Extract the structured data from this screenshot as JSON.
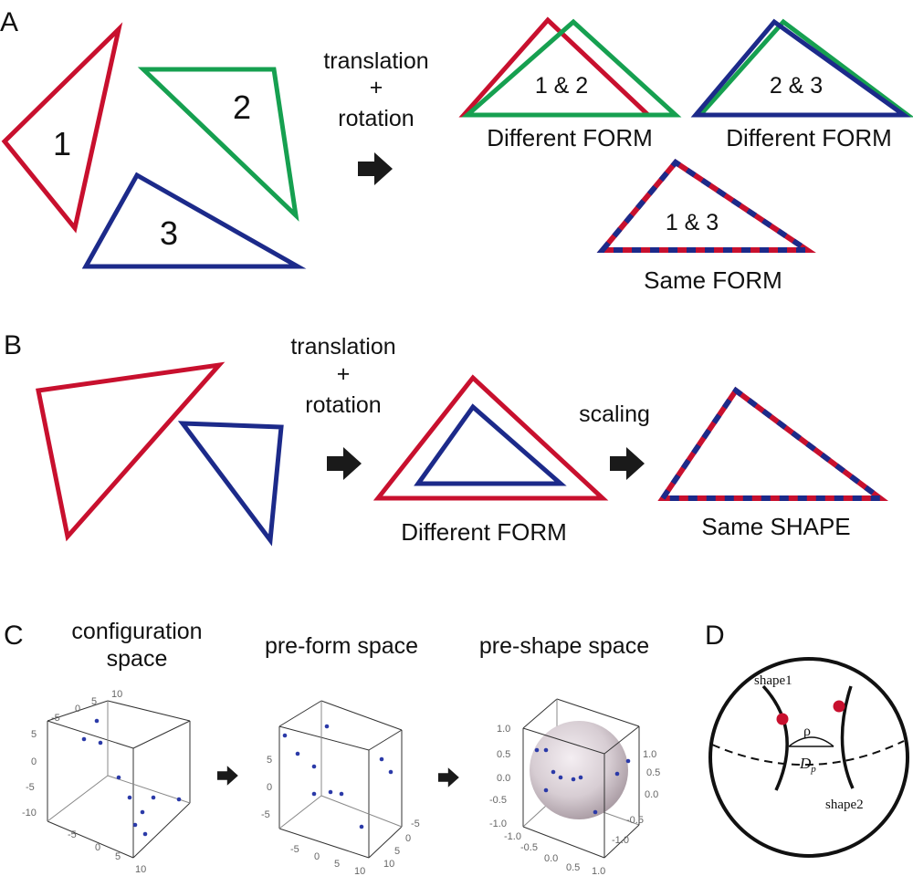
{
  "panels": {
    "A": {
      "letter": "A",
      "triangle_labels": [
        "1",
        "2",
        "3"
      ],
      "transform_line1": "translation",
      "transform_line2": "+",
      "transform_line3": "rotation",
      "pair_12": "1 & 2",
      "pair_23": "2 & 3",
      "pair_13": "1 & 3",
      "different_form": "Different FORM",
      "same_form": "Same FORM"
    },
    "B": {
      "letter": "B",
      "transform_line1": "translation",
      "transform_line2": "+",
      "transform_line3": "rotation",
      "scaling": "scaling",
      "different_form": "Different FORM",
      "same_shape": "Same SHAPE"
    },
    "C": {
      "letter": "C",
      "space1_line1": "configuration",
      "space1_line2": "space",
      "space2": "pre-form space",
      "space3": "pre-shape space",
      "plot1_ticks": {
        "top": [
          "10",
          "5",
          "0",
          "-5"
        ],
        "left": [
          "5",
          "0",
          "-5",
          "-10"
        ],
        "bottom": [
          "-5",
          "0",
          "5",
          "10"
        ]
      },
      "plot2_ticks": {
        "left": [
          "5",
          "0",
          "-5"
        ],
        "bottom": [
          "-5",
          "0",
          "5",
          "10"
        ],
        "right": [
          "10",
          "5",
          "0",
          "-5"
        ]
      },
      "plot3_ticks": {
        "left": [
          "1.0",
          "0.5",
          "0.0",
          "-0.5",
          "-1.0"
        ],
        "bottom": [
          "-1.0",
          "-0.5",
          "0.0",
          "0.5",
          "1.0"
        ],
        "right": [
          "1.0",
          "0.5",
          "0.0",
          "-0.5",
          "-1.0"
        ]
      }
    },
    "D": {
      "letter": "D",
      "shape1": "shape1",
      "shape2": "shape2",
      "rho": "ρ",
      "dp": "D",
      "dp_sub": "p"
    }
  },
  "colors": {
    "red": "#c8102e",
    "green": "#16a050",
    "blue": "#1c2a8a",
    "point": "#2b3aa8",
    "arrow": "#1a1a1a"
  }
}
